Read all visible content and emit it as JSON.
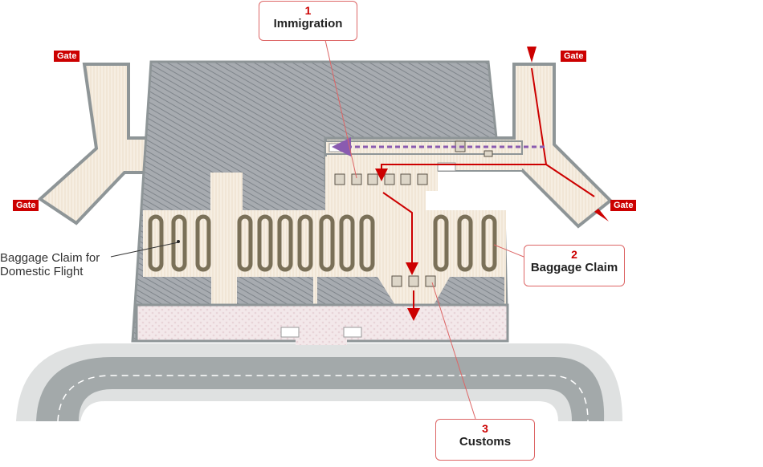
{
  "gates": {
    "top_left": "Gate",
    "lower_left": "Gate",
    "top_right": "Gate",
    "lower_right": "Gate"
  },
  "callouts": [
    {
      "number": "1",
      "label": "Immigration"
    },
    {
      "number": "2",
      "label": "Baggage Claim"
    },
    {
      "number": "3",
      "label": "Customs"
    }
  ],
  "domestic_label": {
    "line1": "Baggage Claim for",
    "line2": "Domestic Flight"
  },
  "colors": {
    "route": "#cc0000",
    "transfer_route": "#8a5bb0",
    "wall": "#8e9597",
    "floor": "#f4ece0",
    "road": "#a3a9aa"
  }
}
